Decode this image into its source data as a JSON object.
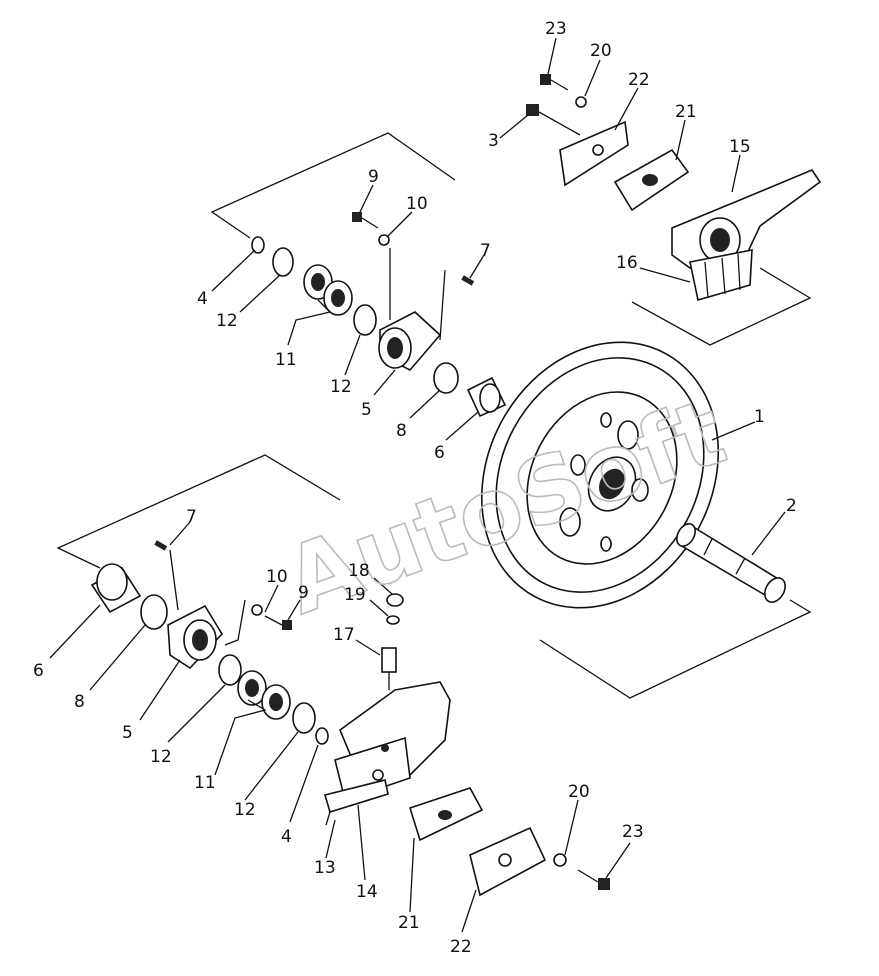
{
  "watermark": "AutoSoft",
  "callouts": {
    "c1": "1",
    "c2": "2",
    "c3": "3",
    "c4a": "4",
    "c4b": "4",
    "c5a": "5",
    "c5b": "5",
    "c6a": "6",
    "c6b": "6",
    "c7a": "7",
    "c7b": "7",
    "c8a": "8",
    "c8b": "8",
    "c9a": "9",
    "c9b": "9",
    "c10a": "10",
    "c10b": "10",
    "c11a": "11",
    "c11b": "11",
    "c12a": "12",
    "c12b": "12",
    "c12c": "12",
    "c12d": "12",
    "c13": "13",
    "c14": "14",
    "c15": "15",
    "c16": "16",
    "c17": "17",
    "c18": "18",
    "c19": "19",
    "c20a": "20",
    "c20b": "20",
    "c21a": "21",
    "c21b": "21",
    "c22a": "22",
    "c22b": "22",
    "c23a": "23",
    "c23b": "23"
  }
}
